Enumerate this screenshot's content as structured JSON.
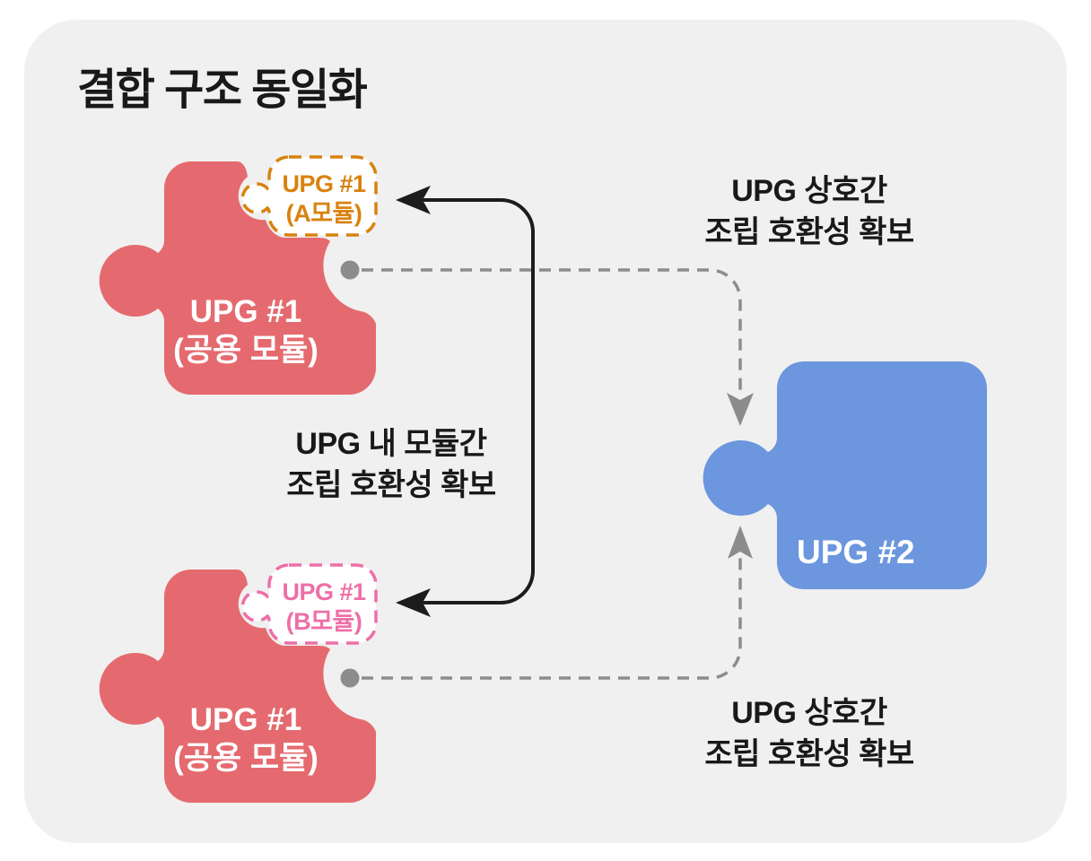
{
  "title": "결합 구조 동일화",
  "colors": {
    "canvas": "#FFFFFF",
    "panel": "#F0F0F0",
    "upg1_module": "#E56A6F",
    "upg2_module": "#6C96DE",
    "module_a_accent": "#D8820F",
    "module_b_accent": "#EE6FA8",
    "connector_solid": "#1C1C1C",
    "connector_dashed": "#8C8C8C"
  },
  "modules": {
    "upg1_top": {
      "line1": "UPG #1",
      "line2": "(공용 모듈)"
    },
    "upg1_bottom": {
      "line1": "UPG #1",
      "line2": "(공용 모듈)"
    },
    "module_a": {
      "line1": "UPG #1",
      "line2": "(A모듈)"
    },
    "module_b": {
      "line1": "UPG #1",
      "line2": "(B모듈)"
    },
    "upg2": {
      "label": "UPG #2"
    }
  },
  "annotations": {
    "inter_upg_top": {
      "line1": "UPG 상호간",
      "line2": "조립 호환성 확보"
    },
    "intra_upg": {
      "line1": "UPG 내 모듈간",
      "line2": "조립 호환성 확보"
    },
    "inter_upg_bottom": {
      "line1": "UPG 상호간",
      "line2": "조립 호환성 확보"
    }
  }
}
